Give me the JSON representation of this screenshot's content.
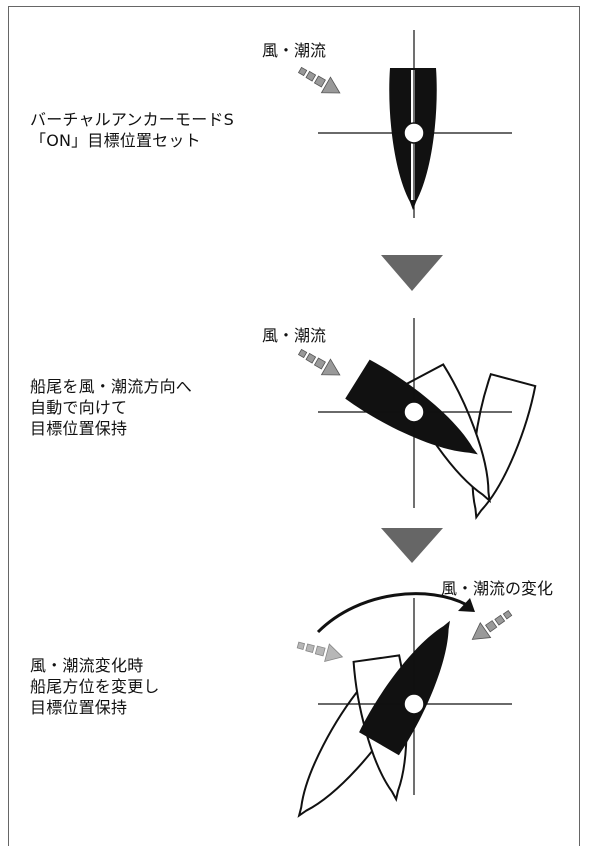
{
  "flow_label": "風・潮流",
  "change_label": "風・潮流の変化",
  "steps": [
    {
      "lines": [
        "バーチャルアンカーモードS",
        "「ON」目標位置セット"
      ]
    },
    {
      "lines": [
        "船尾を風・潮流方向へ",
        "自動で向けて",
        "目標位置保持"
      ]
    },
    {
      "lines": [
        "風・潮流変化時",
        "船尾方位を変更し",
        "目標位置保持"
      ]
    }
  ]
}
